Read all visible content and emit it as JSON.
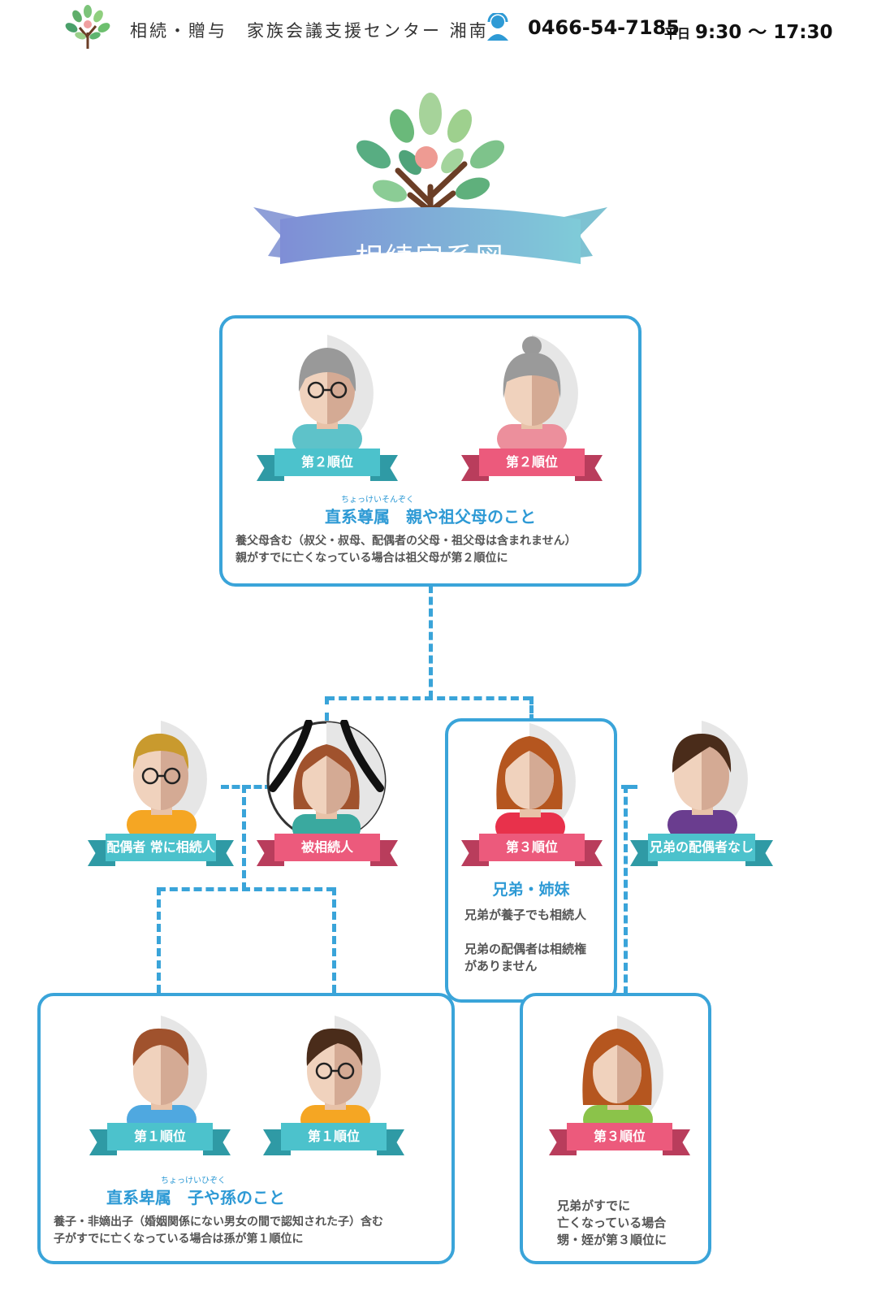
{
  "header": {
    "org_name": "相続・贈与　家族会議支援センター 湘南",
    "phone": "0466-54-7185",
    "hours_prefix": "平日",
    "hours": "9:30 〜 17:30",
    "logo_icon": "tree-logo-icon",
    "phone_icon": "operator-headset-icon"
  },
  "banner": {
    "title": "相続家系図"
  },
  "ascendants": {
    "left_label": "第２順位",
    "right_label": "第２順位",
    "ruby": "ちょっけいそんぞく",
    "title": "直系尊属　親や祖父母のこと",
    "note_line1": "養父母含む（叔父・叔母、配偶者の父母・祖父母は含まれません）",
    "note_line2": "親がすでに亡くなっている場合は祖父母が第２順位に"
  },
  "middle": {
    "spouse_label": "配偶者 常に相続人",
    "deceased_label": "被相続人",
    "sibling_label": "第３順位",
    "sibling_title": "兄弟・姉妹",
    "sibling_note1": "兄弟が養子でも相続人",
    "sibling_note2a": "兄弟の配偶者は相続権",
    "sibling_note2b": "がありません",
    "sibling_spouse_label": "兄弟の配偶者なし"
  },
  "descendants": {
    "left_label": "第１順位",
    "right_label": "第１順位",
    "ruby": "ちょっけいひぞく",
    "title": "直系卑属　子や孫のこと",
    "note_line1": "養子・非嫡出子（婚姻関係にない男女の間で認知された子）含む",
    "note_line2": "子がすでに亡くなっている場合は孫が第１順位に"
  },
  "nephew": {
    "label": "第３順位",
    "note_line1": "兄弟がすでに",
    "note_line2": "亡くなっている場合",
    "note_line3": "甥・姪が第３順位に"
  },
  "colors": {
    "line_blue": "#3aa4d9",
    "ribbon_teal": "#4cc2cc",
    "ribbon_pink": "#ec5a7c",
    "title_blue": "#2e9ad5"
  }
}
